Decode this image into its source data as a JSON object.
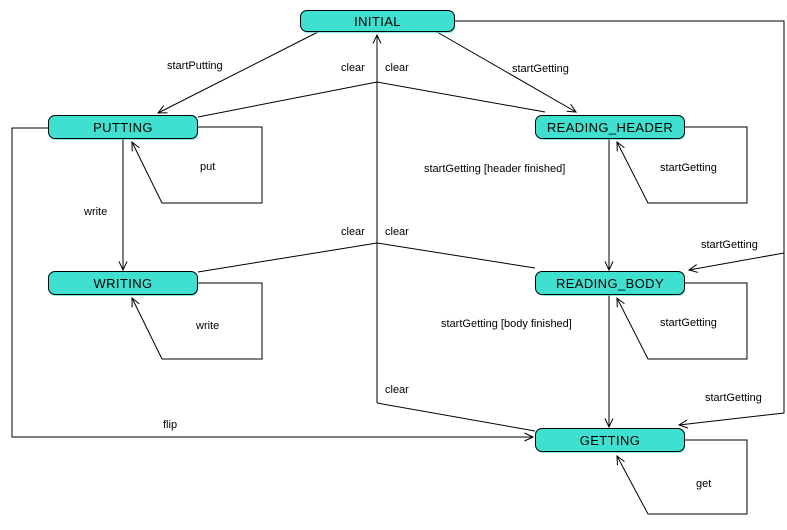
{
  "diagram": {
    "type": "uml-state-machine",
    "background_color": "#ffffff",
    "node_fill_color": "#40e0d0",
    "node_border_color": "#000000",
    "edge_color": "#000000",
    "states": [
      {
        "id": "INITIAL",
        "label": "INITIAL"
      },
      {
        "id": "PUTTING",
        "label": "PUTTING"
      },
      {
        "id": "READING_HEADER",
        "label": "READING_HEADER"
      },
      {
        "id": "WRITING",
        "label": "WRITING"
      },
      {
        "id": "READING_BODY",
        "label": "READING_BODY"
      },
      {
        "id": "GETTING",
        "label": "GETTING"
      }
    ],
    "edges": [
      {
        "name": "start-putting",
        "from": "INITIAL",
        "to": "PUTTING",
        "text": "startPutting"
      },
      {
        "name": "clear-putting",
        "from": "PUTTING",
        "to": "INITIAL",
        "text": "clear"
      },
      {
        "name": "clear-reading-header",
        "from": "READING_HEADER",
        "to": "INITIAL",
        "text": "clear"
      },
      {
        "name": "start-getting-header",
        "from": "INITIAL",
        "to": "READING_HEADER",
        "text": "startGetting"
      },
      {
        "name": "put-self",
        "from": "PUTTING",
        "to": "PUTTING",
        "text": "put"
      },
      {
        "name": "start-getting-header-self",
        "from": "READING_HEADER",
        "to": "READING_HEADER",
        "text": "startGetting"
      },
      {
        "name": "write-edge",
        "from": "PUTTING",
        "to": "WRITING",
        "text": "write"
      },
      {
        "name": "header-finished",
        "from": "READING_HEADER",
        "to": "READING_BODY",
        "text": "startGetting [header finished]"
      },
      {
        "name": "clear-writing",
        "from": "WRITING",
        "to": "INITIAL",
        "text": "clear"
      },
      {
        "name": "clear-reading-body",
        "from": "READING_BODY",
        "to": "INITIAL",
        "text": "clear"
      },
      {
        "name": "start-getting-body",
        "from": "INITIAL",
        "to": "READING_BODY",
        "text": "startGetting"
      },
      {
        "name": "write-self",
        "from": "WRITING",
        "to": "WRITING",
        "text": "write"
      },
      {
        "name": "start-getting-body-self",
        "from": "READING_BODY",
        "to": "READING_BODY",
        "text": "startGetting"
      },
      {
        "name": "body-finished",
        "from": "READING_BODY",
        "to": "GETTING",
        "text": "startGetting [body finished]"
      },
      {
        "name": "clear-getting",
        "from": "GETTING",
        "to": "INITIAL",
        "text": "clear"
      },
      {
        "name": "start-getting-getting",
        "from": "INITIAL",
        "to": "GETTING",
        "text": "startGetting"
      },
      {
        "name": "flip",
        "from": "PUTTING",
        "to": "GETTING",
        "text": "flip"
      },
      {
        "name": "get-self",
        "from": "GETTING",
        "to": "GETTING",
        "text": "get"
      }
    ]
  }
}
